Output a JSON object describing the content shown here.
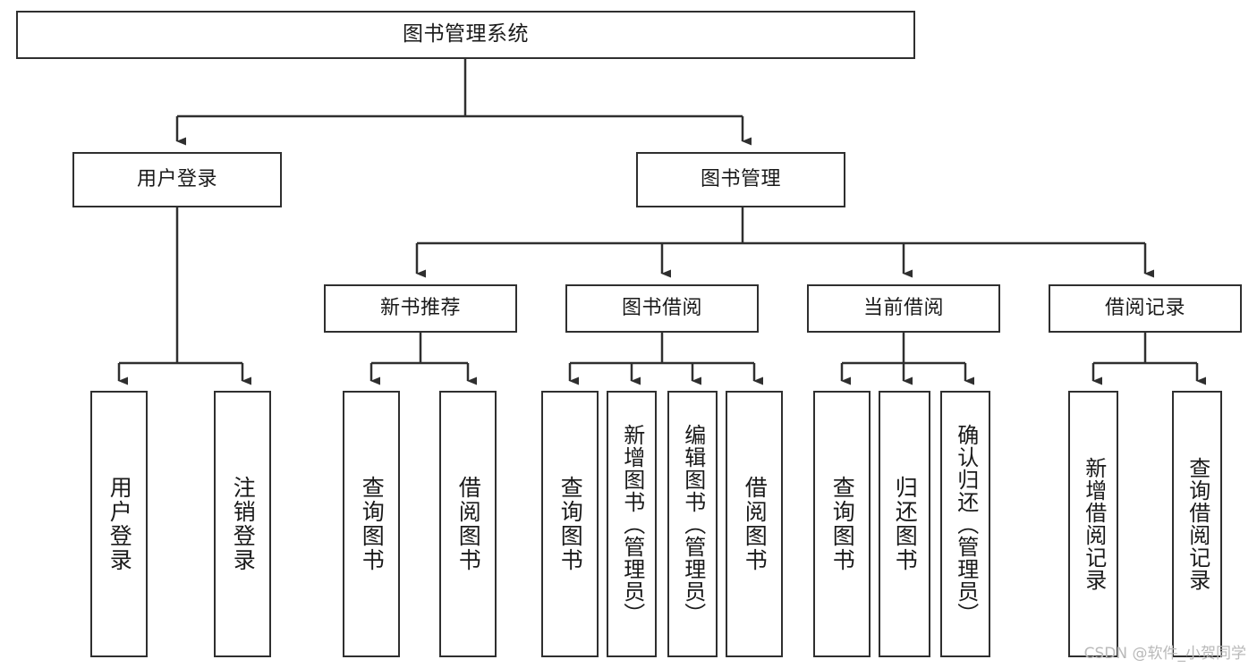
{
  "diagram": {
    "title": "图书管理系统",
    "stroke_color": "#2f2f2f",
    "background_color": "#ffffff",
    "text_color": "#1a1a1a",
    "root": {
      "label": "图书管理系统"
    },
    "level2": [
      {
        "label": "用户登录"
      },
      {
        "label": "图书管理"
      }
    ],
    "level3": [
      {
        "label": "新书推荐"
      },
      {
        "label": "图书借阅"
      },
      {
        "label": "当前借阅"
      },
      {
        "label": "借阅记录"
      }
    ],
    "leaves": {
      "user_login": [
        {
          "label": "用户登录"
        },
        {
          "label": "注销登录"
        }
      ],
      "new_book_recommend": [
        {
          "label": "查询图书"
        },
        {
          "label": "借阅图书"
        }
      ],
      "book_borrow": [
        {
          "label": "查询图书"
        },
        {
          "label": "新增图书（管理员）"
        },
        {
          "label": "编辑图书（管理员）"
        },
        {
          "label": "借阅图书"
        }
      ],
      "current_borrow": [
        {
          "label": "查询图书"
        },
        {
          "label": "归还图书"
        },
        {
          "label": "确认归还（管理员）"
        }
      ],
      "borrow_record": [
        {
          "label": "新增借阅记录"
        },
        {
          "label": "查询借阅记录"
        }
      ]
    }
  },
  "watermark": {
    "text": "CSDN @软件_小贺同学"
  }
}
